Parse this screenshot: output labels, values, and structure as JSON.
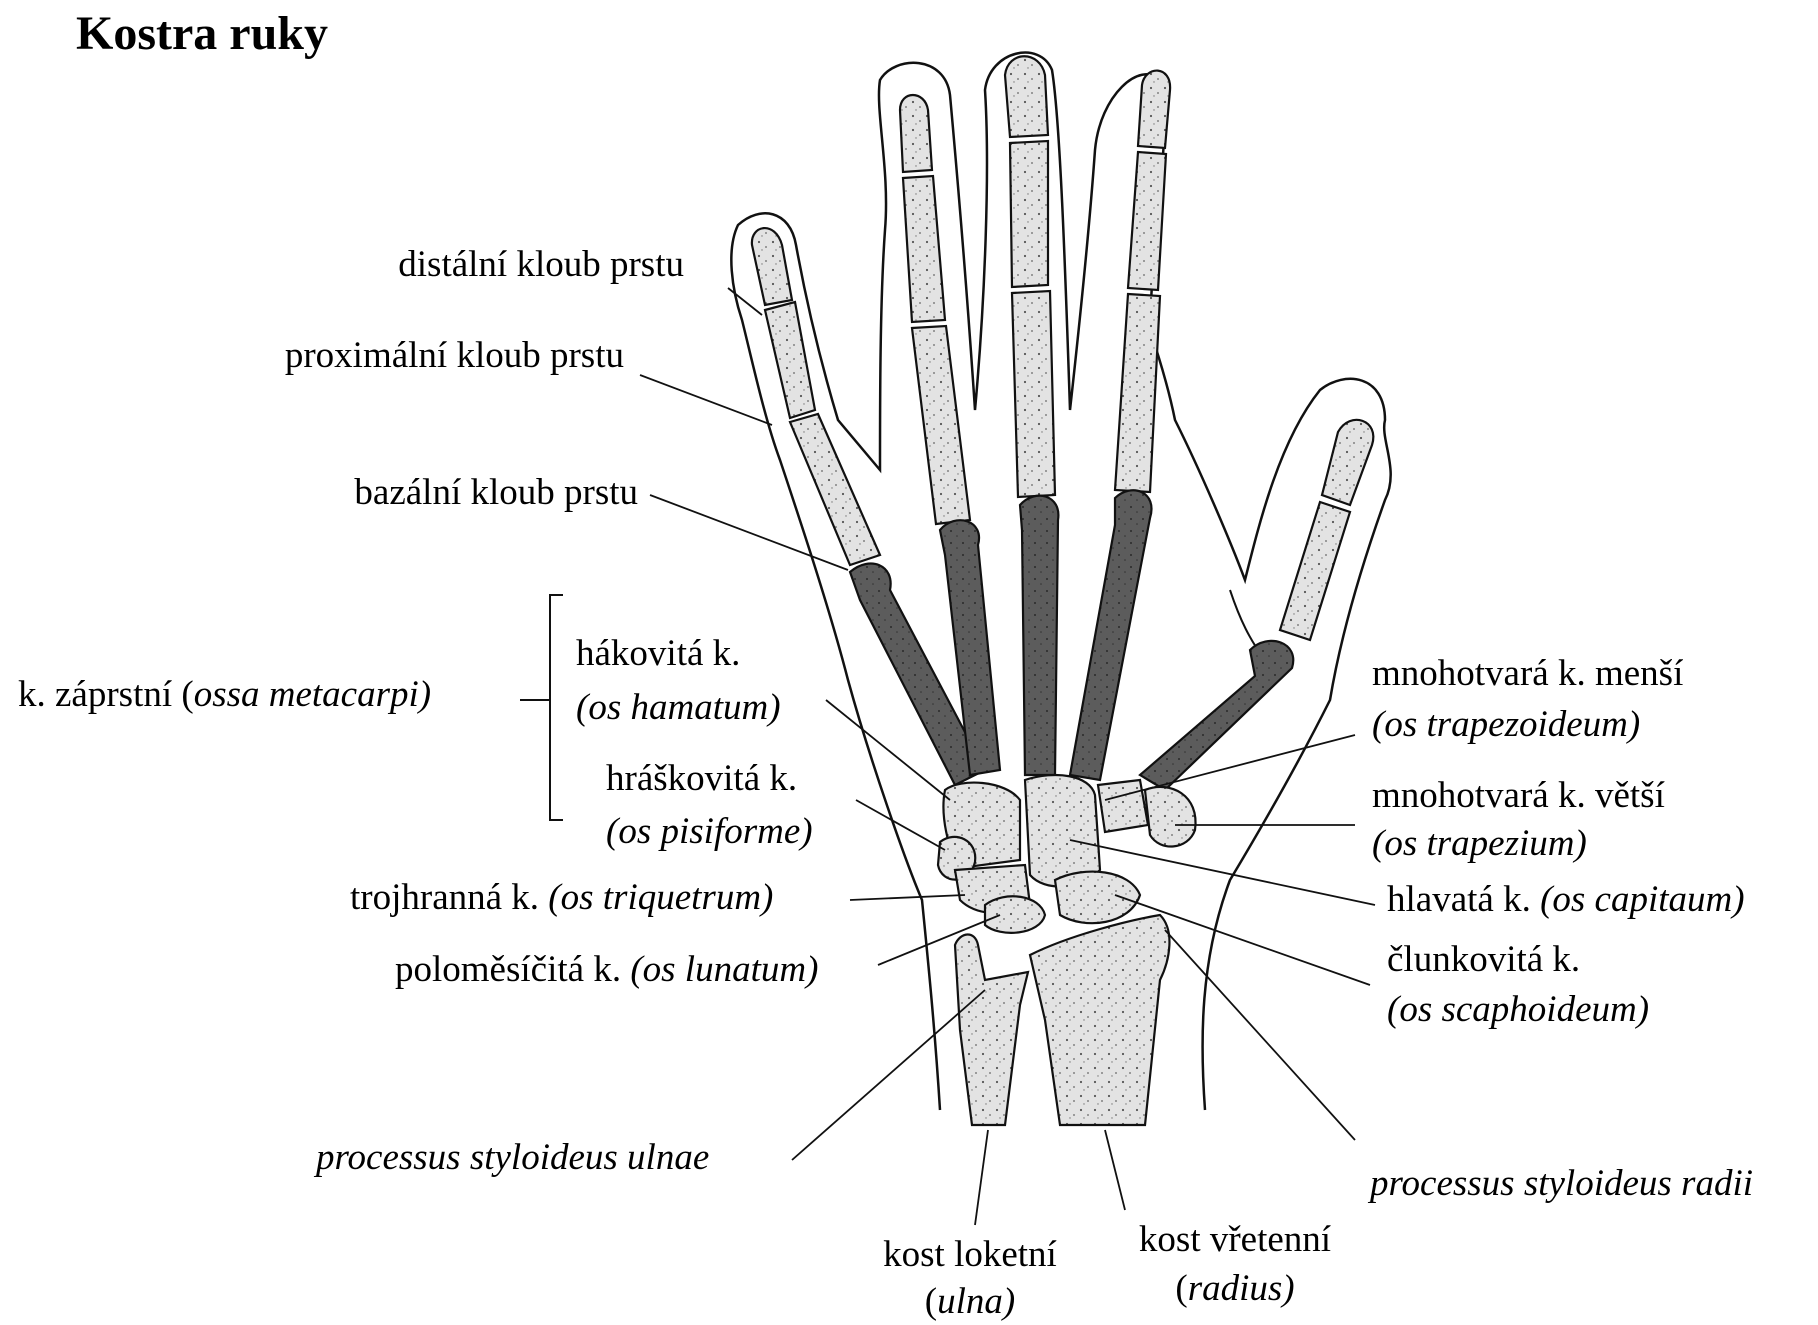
{
  "title": "Kostra ruky",
  "colors": {
    "bone_light": "#e2e2e2",
    "bone_dark": "#5e5e5e",
    "ink": "#111111"
  },
  "labels": {
    "distal_joint": "distální kloub prstu",
    "proximal_joint": "proximální kloub prstu",
    "basal_joint": "bazální kloub prstu",
    "metacarpi_cz": "k. záprstní (",
    "metacarpi_lat": "ossa metacarpi)",
    "hamatum_cz": "hákovitá k.",
    "hamatum_lat": "(os hamatum)",
    "pisiforme_cz": "hráškovitá k.",
    "pisiforme_lat": "(os pisiforme)",
    "triquetrum_cz": "trojhranná k. ",
    "triquetrum_lat": "(os triquetrum)",
    "lunatum_cz": "poloměsíčitá k. ",
    "lunatum_lat": "(os lunatum)",
    "styloid_ulnae": "processus styloideus ulnae",
    "ulna_cz": "kost loketní",
    "ulna_open": "(",
    "ulna_lat": "ulna)",
    "radius_cz": "kost vřetenní",
    "radius_open": "(",
    "radius_lat": "radius)",
    "styloid_radii": "processus styloideus radii",
    "trapezoideum_cz": "mnohotvará k. menší",
    "trapezoideum_lat": "(os trapezoideum)",
    "trapezium_cz": "mnohotvará k. větší",
    "trapezium_lat": "(os trapezium)",
    "capitatum_cz": "hlavatá k. ",
    "capitatum_lat": "(os capitaum)",
    "scaphoideum_cz": "člunkovitá k.",
    "scaphoideum_lat": "(os scaphoideum)"
  }
}
